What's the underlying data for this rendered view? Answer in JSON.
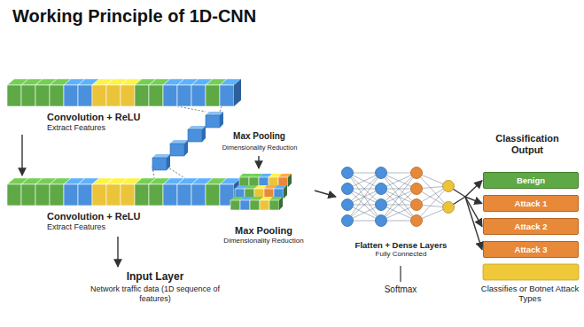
{
  "diagram": {
    "title": "Working Principle of 1D-CNN",
    "nodes": [
      {
        "text": [
          "Convolution + ReLU",
          "Extract Features"
        ]
      },
      {
        "text": [
          "Convolution + ReLU",
          "Extract Features"
        ]
      },
      {
        "text": [
          "Max Pooling",
          "Dimensionality Reduction"
        ]
      },
      {
        "text": [
          "Flatten + Dense Layers",
          "Fully Connected"
        ]
      },
      {
        "text": [
          "Benign"
        ]
      },
      {
        "text": [
          "Attack 1"
        ]
      },
      {
        "text": [
          "Attack 2"
        ]
      },
      {
        "text": [
          "Attack 3"
        ]
      }
    ],
    "edges": [
      {
        "from": 0,
        "to": 1,
        "arrow": "to"
      },
      {
        "from": 2,
        "to": 3,
        "arrow": "to"
      },
      {
        "from": 3,
        "to": 4,
        "arrow": "to"
      },
      {
        "from": 3,
        "to": 5,
        "arrow": "to"
      },
      {
        "from": 3,
        "to": 6,
        "arrow": "to"
      },
      {
        "from": 3,
        "to": 7,
        "arrow": "to"
      }
    ],
    "labels": [
      "Max Pooling",
      "Dimensionality Reduction",
      "Input Layer",
      "Network traffic data (1D sequence of features)",
      "Softmax",
      "Classification Output",
      "Classifies or Botnet Attack Types"
    ]
  }
}
